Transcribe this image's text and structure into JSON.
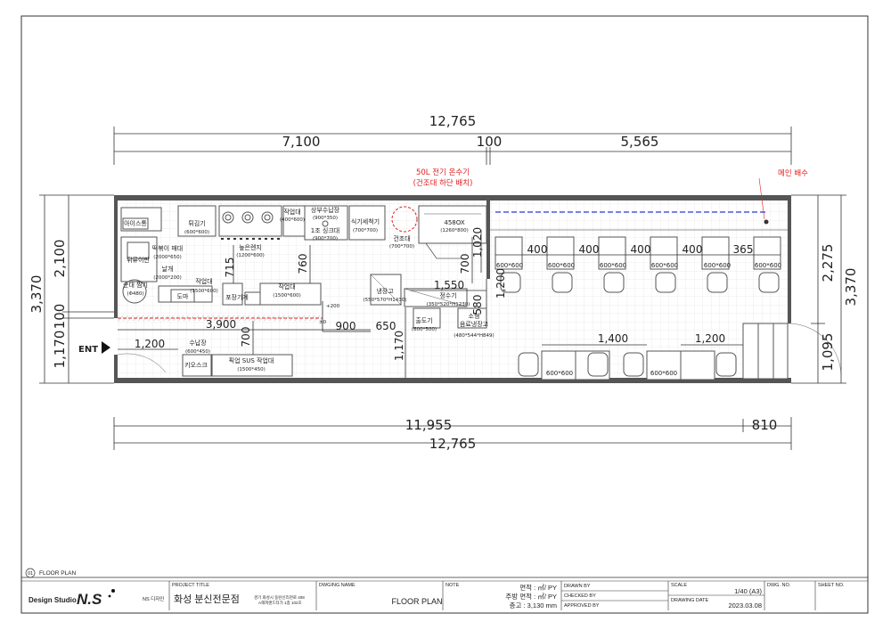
{
  "plan": {
    "dims_top": {
      "total": "12,765",
      "left": "7,100",
      "gap": "100",
      "right": "5,565"
    },
    "dims_bottom": {
      "total": "12,765",
      "main": "11,955",
      "side": "810"
    },
    "dims_left": {
      "total": "3,370",
      "upper": "2,100",
      "mid": "100",
      "lower": "1,170"
    },
    "dims_right": {
      "total": "3,370",
      "upper": "2,275",
      "lower": "1,095"
    },
    "interior_dims": {
      "d3900": "3,900",
      "d900": "900",
      "d650": "650",
      "d1550": "1,550",
      "d1200": "1,200",
      "d1400": "1,400",
      "d1200b": "1,200",
      "d715": "715",
      "d760": "760",
      "d700a": "700",
      "d700b": "700",
      "d1170": "1,170",
      "d1020": "1,020",
      "d1200v": "1,200",
      "d580": "580",
      "d400a": "400",
      "d400b": "400",
      "d400c": "400",
      "d400d": "400",
      "d400e": "400",
      "d365": "365",
      "plus200": "+200",
      "zero": "±0"
    },
    "annotations": {
      "heater_line1": "50L 전기 온수기",
      "heater_line2": "(건조대 하단 배치)",
      "drain": "메인 배수"
    },
    "entrance": "ENT",
    "labels": {
      "ice": "아이스통",
      "fryer": "튀김기",
      "fryer_size": "(600*600)",
      "work_top": "작업대",
      "work_top_size": "(400*600)",
      "range": "높은렌지",
      "range_size": "(1200*600)",
      "storage_top": "상부수납장",
      "storage_top_size": "(900*350)",
      "sink": "1조 싱크대",
      "sink_size": "(900*700)",
      "dish": "식기세척기",
      "dish_size": "(700*700)",
      "dryer": "건조대",
      "dryer_size": "(700*700)",
      "box": "458OX",
      "box_size": "(1260*800)",
      "tteok": "떡볶이 매대",
      "tteok_size": "(2000*650)",
      "fish": "튀류이판",
      "sundae": "순대 찜기",
      "sundae_size": "(Φ480)",
      "naengmyeon": "날개",
      "naengmyeon_size": "(2000*200)",
      "work1": "작업대",
      "work1_size": "(1500*600)",
      "cutting": "도마",
      "pack": "포장기계",
      "work2": "작업대",
      "work2_size": "(1500*600)",
      "fridge": "냉장고",
      "fridge_size": "(550*570*H1430)",
      "purifier": "정수기",
      "purifier_size": "(350*520*H1230)",
      "dispenser": "출도기",
      "dispenser_size": "(600*500)",
      "small_fridge": "소형",
      "small_fridge2": "음료냉장고",
      "small_fridge_size": "(480*544*H849)",
      "storage_low": "수납장",
      "storage_low_size": "(600*450)",
      "counter_item": "키오스크",
      "pickup": "픽업 SUS 작업대",
      "pickup_size": "(1500*450)",
      "table_size": "600*600"
    }
  },
  "title_block": {
    "sheet_no_circle": "01",
    "sheet_caption": "FLOOR PLAN",
    "logo": "Design Studio",
    "logo_mark": "N.S",
    "company": "NS 디자인",
    "project_title_label": "PROJECT TITLE",
    "project_title": "화성 분신전문점",
    "address": "경기 화성시 동탄신리천로 408",
    "address2": "A해피랜드타가 1층 102호",
    "dwging_name_label": "DWGING NAME",
    "dwging_name": "FLOOR PLAN",
    "note_label": "NOTE",
    "area1": "면적 : ㎡/ PY",
    "area2": "주방 면적 : ㎡/ PY",
    "area3": "층고 : 3,130 mm",
    "drawn_by": "DRAWN BY",
    "checked_by": "CHECKED BY",
    "approved_by": "APPROVED BY",
    "scale_label": "SCALE",
    "scale": "1/40 (A3)",
    "drawing_date_label": "DRAWING DATE",
    "drawing_date": "2023.03.08",
    "dwg_no_label": "DWG. NO.",
    "sheet_no_label": "SHEET NO."
  }
}
